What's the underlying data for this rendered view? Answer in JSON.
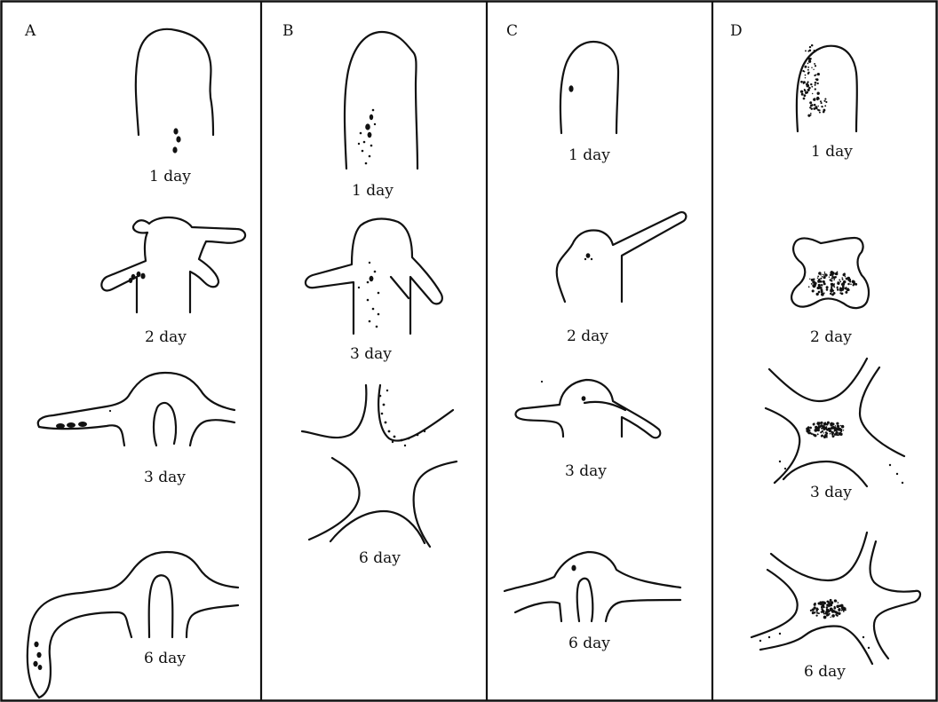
{
  "figure": {
    "panels": [
      {
        "letter": "A",
        "stages": [
          {
            "label": "1 day"
          },
          {
            "label": "2 day"
          },
          {
            "label": "3 day"
          },
          {
            "label": "6 day"
          }
        ]
      },
      {
        "letter": "B",
        "stages": [
          {
            "label": "1 day"
          },
          {
            "label": "3 day"
          },
          {
            "label": "6 day"
          }
        ]
      },
      {
        "letter": "C",
        "stages": [
          {
            "label": "1 day"
          },
          {
            "label": "2 day"
          },
          {
            "label": "3 day"
          },
          {
            "label": "6 day"
          }
        ]
      },
      {
        "letter": "D",
        "stages": [
          {
            "label": "1 day"
          },
          {
            "label": "2 day"
          },
          {
            "label": "3 day"
          },
          {
            "label": "6 day"
          }
        ]
      }
    ],
    "line_color": "#111111",
    "background_color": "#ffffff"
  }
}
